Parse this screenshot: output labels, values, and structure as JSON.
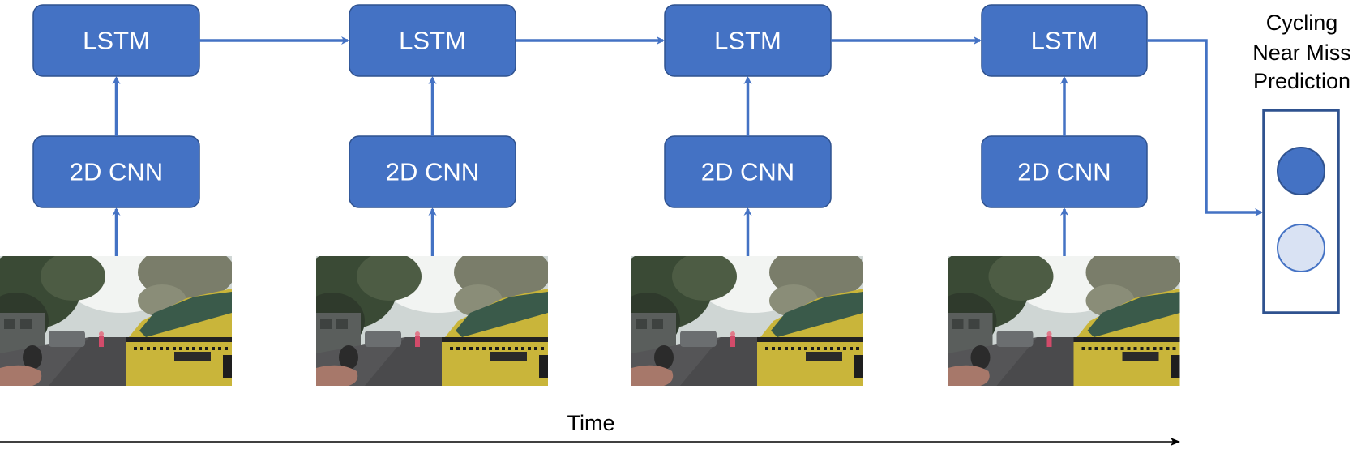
{
  "blocks": {
    "lstm_label": "LSTM",
    "cnn_label": "2D CNN"
  },
  "output": {
    "title_lines": [
      "Cycling",
      "Near Miss",
      "Prediction"
    ],
    "circles": [
      {
        "state": "active",
        "fill": "#4472C4"
      },
      {
        "state": "inactive",
        "fill": "#D9E2F3"
      }
    ]
  },
  "frames": [
    {
      "name": "video-frame-1",
      "description": "dashcam frame: road with yellow taxi and cyclist ahead"
    },
    {
      "name": "video-frame-2",
      "description": "dashcam frame: road with yellow taxi and cyclist ahead"
    },
    {
      "name": "video-frame-3",
      "description": "dashcam frame: road with yellow taxi and cyclist ahead"
    },
    {
      "name": "video-frame-4",
      "description": "dashcam frame: road with yellow taxi and cyclist ahead"
    }
  ],
  "time_axis": {
    "label": "Time"
  },
  "colors": {
    "block_fill": "#4472C4",
    "block_stroke": "#2F528F",
    "arrow": "#4472C4",
    "output_border": "#2F528F"
  }
}
